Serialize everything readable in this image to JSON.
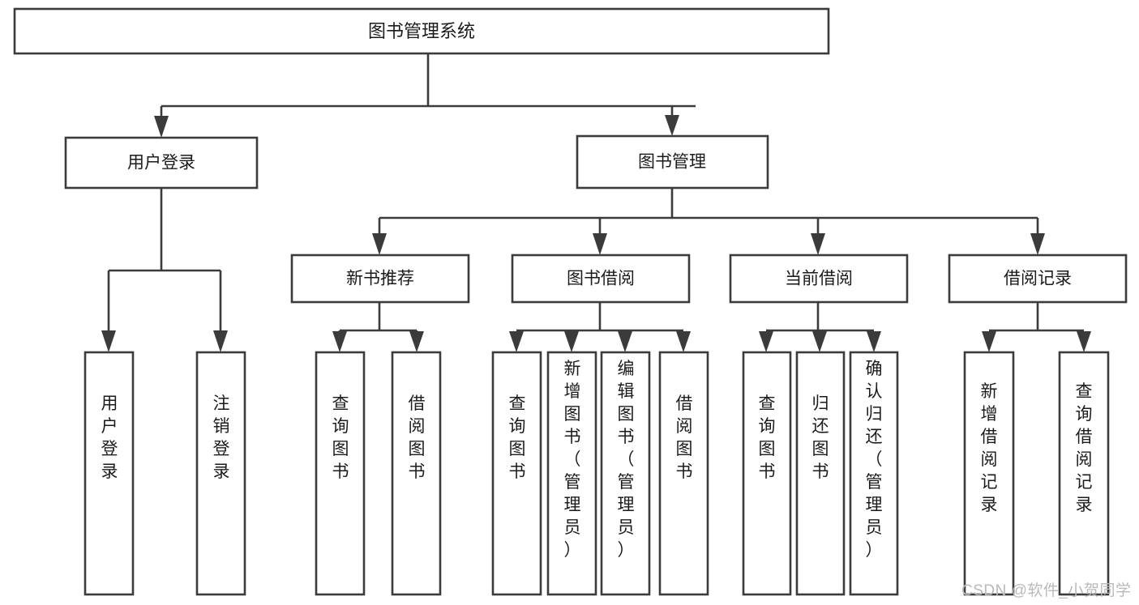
{
  "diagram": {
    "type": "tree",
    "title": "图书管理系统",
    "root": {
      "id": "root",
      "label": "图书管理系统"
    },
    "level1": [
      {
        "id": "user-login",
        "label": "用户登录"
      },
      {
        "id": "book-management",
        "label": "图书管理"
      }
    ],
    "level2": [
      {
        "id": "new-book-recommend",
        "label": "新书推荐",
        "parent": "book-management"
      },
      {
        "id": "book-borrow",
        "label": "图书借阅",
        "parent": "book-management"
      },
      {
        "id": "current-borrow",
        "label": "当前借阅",
        "parent": "book-management"
      },
      {
        "id": "borrow-record",
        "label": "借阅记录",
        "parent": "book-management"
      }
    ],
    "leaves": [
      {
        "id": "leaf-user-login",
        "label": "用户登录",
        "parent": "user-login"
      },
      {
        "id": "leaf-logout-login",
        "label": "注销登录",
        "parent": "user-login"
      },
      {
        "id": "leaf-query-book-1",
        "label": "查询图书",
        "parent": "new-book-recommend"
      },
      {
        "id": "leaf-borrow-book-1",
        "label": "借阅图书",
        "parent": "new-book-recommend"
      },
      {
        "id": "leaf-query-book-2",
        "label": "查询图书",
        "parent": "book-borrow"
      },
      {
        "id": "leaf-add-book",
        "label": "新增图书（管理员）",
        "parent": "book-borrow"
      },
      {
        "id": "leaf-edit-book",
        "label": "编辑图书（管理员）",
        "parent": "book-borrow"
      },
      {
        "id": "leaf-borrow-book-2",
        "label": "借阅图书",
        "parent": "book-borrow"
      },
      {
        "id": "leaf-query-book-3",
        "label": "查询图书",
        "parent": "current-borrow"
      },
      {
        "id": "leaf-return-book",
        "label": "归还图书",
        "parent": "current-borrow"
      },
      {
        "id": "leaf-confirm-return",
        "label": "确认归还（管理员）",
        "parent": "current-borrow"
      },
      {
        "id": "leaf-add-record",
        "label": "新增借阅记录",
        "parent": "borrow-record"
      },
      {
        "id": "leaf-query-record",
        "label": "查询借阅记录",
        "parent": "borrow-record"
      }
    ],
    "colors": {
      "stroke": "#3b3b3b",
      "fill": "#ffffff",
      "text": "#1b1b1b",
      "watermark": "#b9b9b9"
    }
  },
  "watermark": {
    "text": "CSDN @软件_小贺同学"
  }
}
